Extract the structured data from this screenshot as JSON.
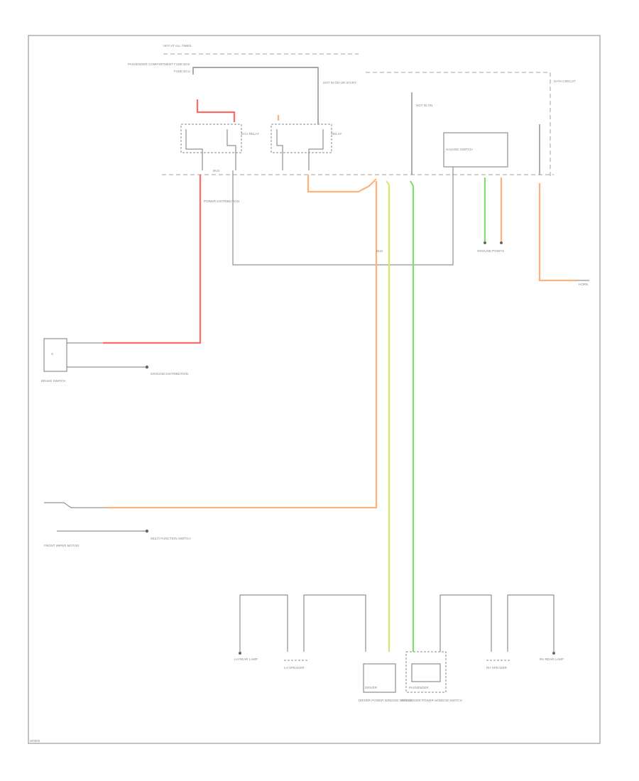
{
  "labels": {
    "hot_at_all_times": "HOT AT ALL TIMES",
    "passenger_compartment_fuse_box": "PASSENGER COMPARTMENT FUSE BOX",
    "fuse_ecu": "FUSE ECU",
    "hot_in_on_or_start": "HOT IN ON OR START",
    "hot_in_on": "HOT IN ON",
    "data_circuit": "DATA CIRCUIT",
    "ecu_relay_label": "ECU RELAY",
    "relay_label": "RELAY",
    "power_distribution_box": "POWER DISTRIBUTION",
    "bus_label": "BUS",
    "hazard_switch": "HAZARD SWITCH",
    "horn": "HORN",
    "ground_points": "GROUND POINTS",
    "brake_switch": "BRAKE SWITCH",
    "ground_distribution": "GROUND DISTRIBUTION",
    "front_wiper_motor": "FRONT WIPER MOTOR",
    "multifunction_switch": "MULTI FUNCTION SWITCH",
    "lh_rear_lamp": "LH REAR LAMP",
    "lh_speaker": "LH SPEAKER",
    "driver_power_window_switch": "DRIVER POWER WINDOW SWITCH",
    "passenger_power_window_switch": "PASSENGER POWER WINDOW SWITCH",
    "rh_speaker": "RH SPEAKER",
    "rh_rear_lamp": "RH REAR LAMP",
    "driver_module": "DRIVER",
    "passenger_module": "PASSENGER",
    "figure_code": "W0000"
  },
  "wire_colors": {
    "red": "#ff6a6a",
    "orange": "#ffb27a",
    "green": "#7ee06a",
    "lime": "#d0ea70"
  }
}
